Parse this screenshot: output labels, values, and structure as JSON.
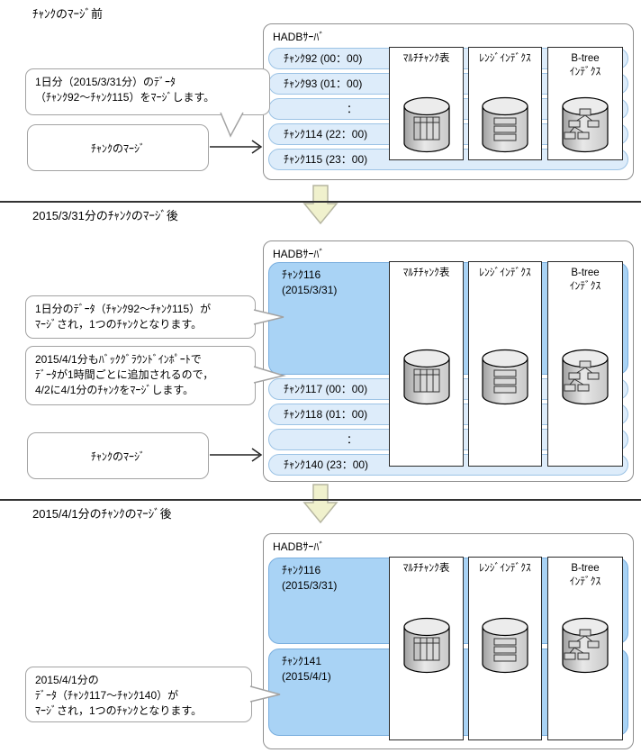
{
  "colors": {
    "row_fill": "#ddecfa",
    "row_border": "#9cc3e5",
    "merged_block_fill": "#a9d3f5",
    "merged_block_border": "#79aede",
    "down_arrow_fill": "#f0f1cd",
    "down_arrow_border": "#b5b5a0"
  },
  "common": {
    "server_title": "HADBｻｰﾊﾞ",
    "merge_action": "ﾁｬﾝｸのﾏｰｼﾞ",
    "panel_table": "ﾏﾙﾁﾁｬﾝｸ表",
    "panel_range": "ﾚﾝｼﾞｲﾝﾃﾞｸｽ",
    "panel_btree_1": "B-tree",
    "panel_btree_2": "ｲﾝﾃﾞｸｽ"
  },
  "s1": {
    "title": "ﾁｬﾝｸのﾏｰｼﾞ前",
    "bubble": [
      "1日分（2015/3/31分）のﾃﾞｰﾀ",
      "（ﾁｬﾝｸ92～ﾁｬﾝｸ115）をﾏｰｼﾞします。"
    ],
    "rows": [
      "ﾁｬﾝｸ92 (00：00)",
      "ﾁｬﾝｸ93 (01：00)",
      "：",
      "ﾁｬﾝｸ114 (22：00)",
      "ﾁｬﾝｸ115 (23：00)"
    ]
  },
  "s2": {
    "title": "2015/3/31分のﾁｬﾝｸのﾏｰｼﾞ後",
    "bubble_merged": [
      "1日分のﾃﾞｰﾀ（ﾁｬﾝｸ92～ﾁｬﾝｸ115）が",
      "ﾏｰｼﾞされ，1つのﾁｬﾝｸとなります。"
    ],
    "bubble_import": [
      "2015/4/1分もﾊﾞｯｸｸﾞﾗｳﾝﾄﾞｲﾝﾎﾟｰﾄで",
      "ﾃﾞｰﾀが1時間ごとに追加されるので，",
      "4/2に4/1分のﾁｬﾝｸをﾏｰｼﾞします。"
    ],
    "merged_chunk": [
      "ﾁｬﾝｸ116",
      "(2015/3/31)"
    ],
    "rows": [
      "ﾁｬﾝｸ117 (00：00)",
      "ﾁｬﾝｸ118 (01：00)",
      "：",
      "ﾁｬﾝｸ140 (23：00)"
    ]
  },
  "s3": {
    "title": "2015/4/1分のﾁｬﾝｸのﾏｰｼﾞ後",
    "bubble": [
      "2015/4/1分の",
      "ﾃﾞｰﾀ（ﾁｬﾝｸ117～ﾁｬﾝｸ140）が",
      "ﾏｰｼﾞされ，1つのﾁｬﾝｸとなります。"
    ],
    "chunk_116": [
      "ﾁｬﾝｸ116",
      "(2015/3/31)"
    ],
    "chunk_141": [
      "ﾁｬﾝｸ141",
      "(2015/4/1)"
    ]
  }
}
